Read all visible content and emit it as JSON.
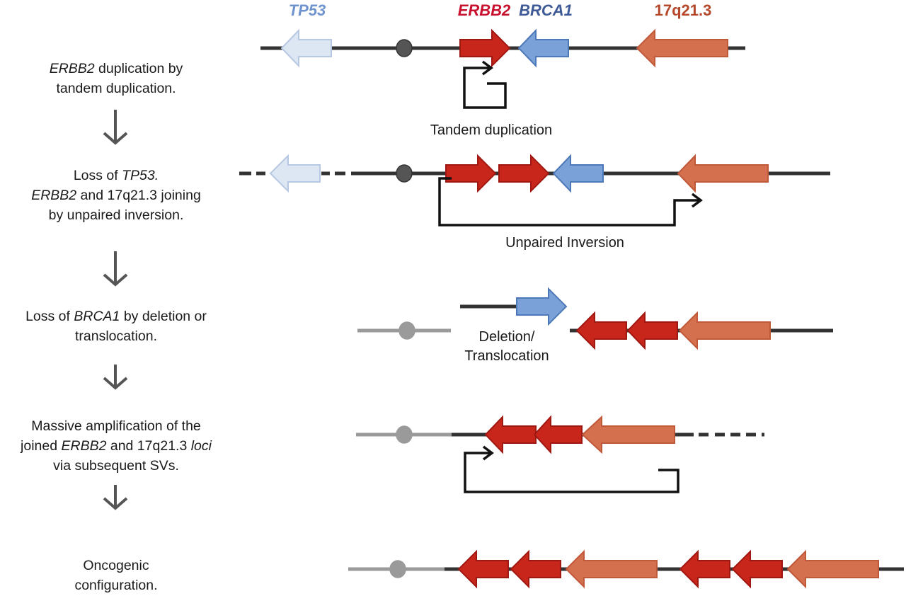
{
  "gene_labels": [
    {
      "id": "tp53",
      "text": "TP53",
      "italic": true,
      "color": "#6f93cf"
    },
    {
      "id": "erbb2",
      "text": "ERBB2",
      "italic": true,
      "color": "#c8102e"
    },
    {
      "id": "brca1",
      "text": "BRCA1",
      "italic": true,
      "color": "#3e5a96"
    },
    {
      "id": "17q",
      "text": "17q21.3",
      "italic": false,
      "color": "#b5482b"
    }
  ],
  "colors": {
    "erbb2_fill": "#c8261a",
    "erbb2_stroke": "#a01812",
    "brca1_fill": "#7ba2d8",
    "brca1_stroke": "#4e79b8",
    "tp53_fill": "#dde6f3",
    "tp53_stroke": "#b7c8e2",
    "q17_fill": "#d4704e",
    "q17_stroke": "#c0583a",
    "chromosome": "#333333",
    "lost_chromosome": "#9a9a9a",
    "centromere": "#555555",
    "centromere_lost": "#9a9a9a",
    "flow_arrow": "#555555",
    "sv_bracket": "#111111"
  },
  "steps": [
    {
      "lines": [
        [
          {
            "t": "ERBB2",
            "i": true
          },
          {
            "t": " duplication by",
            "i": false
          }
        ],
        [
          {
            "t": "tandem duplication.",
            "i": false
          }
        ]
      ]
    },
    {
      "lines": [
        [
          {
            "t": "Loss of ",
            "i": false
          },
          {
            "t": "TP53.",
            "i": true
          }
        ],
        [
          {
            "t": "ERBB2",
            "i": true
          },
          {
            "t": " and 17q21.3 joining",
            "i": false
          }
        ],
        [
          {
            "t": "by unpaired inversion.",
            "i": false
          }
        ]
      ]
    },
    {
      "lines": [
        [
          {
            "t": "Loss of ",
            "i": false
          },
          {
            "t": "BRCA1",
            "i": true
          },
          {
            "t": " by deletion or",
            "i": false
          }
        ],
        [
          {
            "t": "translocation.",
            "i": false
          }
        ]
      ]
    },
    {
      "lines": [
        [
          {
            "t": "Massive amplification of the",
            "i": false
          }
        ],
        [
          {
            "t": "joined ",
            "i": false
          },
          {
            "t": "ERBB2",
            "i": true
          },
          {
            "t": " and 17q21.3 ",
            "i": false
          },
          {
            "t": "loci",
            "i": true
          }
        ],
        [
          {
            "t": "via subsequent SVs.",
            "i": false
          }
        ]
      ]
    },
    {
      "lines": [
        [
          {
            "t": "Oncogenic",
            "i": false
          }
        ],
        [
          {
            "t": "configuration.",
            "i": false
          }
        ]
      ]
    }
  ],
  "annotations": {
    "tandem_duplication": "Tandem duplication",
    "unpaired_inversion": "Unpaired Inversion",
    "deletion_line1": "Deletion/",
    "deletion_line2": "Translocation"
  },
  "configurations": [
    {
      "stage": 1,
      "genes_left_to_right": [
        "TP53 (reverse)",
        "centromere",
        "ERBB2 (forward)",
        "BRCA1 (reverse)",
        "17q21.3 (reverse)"
      ],
      "sv": "tandem duplication"
    },
    {
      "stage": 2,
      "genes_left_to_right": [
        "TP53 (reverse, lost)",
        "centromere",
        "ERBB2 (forward)",
        "ERBB2 (forward)",
        "BRCA1 (reverse)",
        "17q21.3 (reverse)"
      ],
      "sv": "unpaired inversion"
    },
    {
      "stage": 3,
      "genes_left_to_right": [
        "centromere (lost arm)",
        "ERBB2 (reverse)",
        "ERBB2 (reverse)",
        "17q21.3 (reverse)"
      ],
      "removed": [
        "BRCA1 (forward)"
      ],
      "sv": "deletion/translocation"
    },
    {
      "stage": 4,
      "genes_left_to_right": [
        "centromere (lost arm)",
        "ERBB2 (reverse)",
        "ERBB2 (reverse)",
        "17q21.3 (reverse)"
      ],
      "sv": "subsequent SVs"
    },
    {
      "stage": 5,
      "genes_left_to_right": [
        "centromere (lost arm)",
        "ERBB2 (reverse)",
        "ERBB2 (reverse)",
        "17q21.3 (reverse)",
        "ERBB2 (reverse)",
        "ERBB2 (reverse)",
        "17q21.3 (reverse)"
      ],
      "sv": "oncogenic configuration"
    }
  ]
}
